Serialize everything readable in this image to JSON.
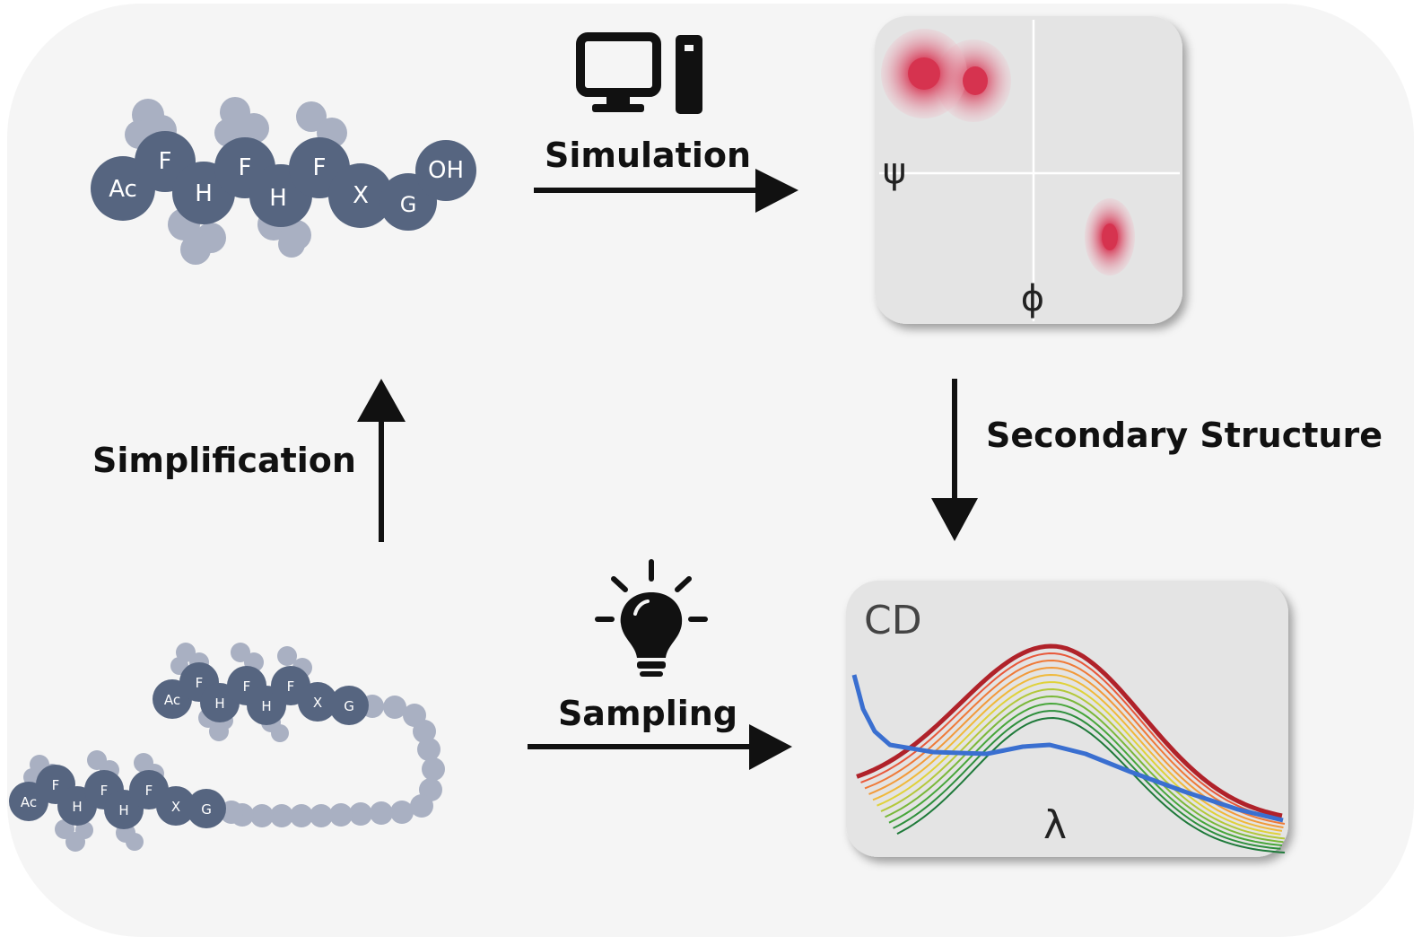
{
  "labels": {
    "simulation": "Simulation",
    "secondary_structure": "Secondary Structure",
    "sampling": "Sampling",
    "simplification": "Simplification"
  },
  "ramachandran": {
    "psi_symbol": "ψ",
    "phi_symbol": "ϕ"
  },
  "cd_plot": {
    "title": "CD",
    "lambda_symbol": "λ"
  },
  "peptide_top": [
    "Ac",
    "F",
    "H",
    "F",
    "H",
    "F",
    "X",
    "G",
    "OH"
  ],
  "peptide_bottom_upper": [
    "Ac",
    "F",
    "H",
    "F",
    "H",
    "F",
    "X",
    "G"
  ],
  "peptide_bottom_lower": [
    "Ac",
    "F",
    "H",
    "F",
    "H",
    "F",
    "X",
    "G"
  ],
  "icons": {
    "computer": "computer-tower-icon",
    "idea": "lightbulb-icon"
  },
  "colors": {
    "bead_dark": "#566580",
    "bead_light": "#a9b0c2",
    "density_red": "#d6334f",
    "cd_blue": "#3a6fd0",
    "cd_red": "#b0222a"
  }
}
